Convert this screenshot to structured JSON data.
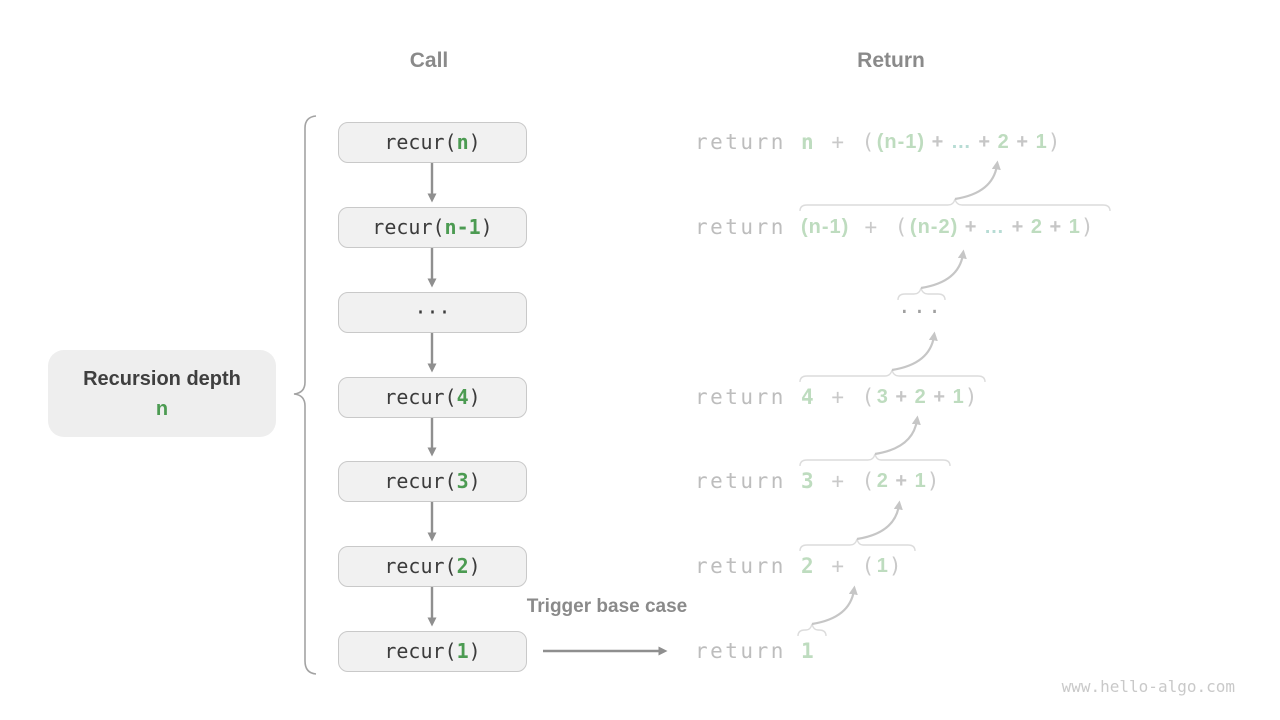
{
  "headers": {
    "call": "Call",
    "return": "Return"
  },
  "depth_label": {
    "title": "Recursion depth",
    "value": "n"
  },
  "trigger_label": "Trigger base case",
  "watermark": "www.hello-algo.com",
  "colors": {
    "background": "#ffffff",
    "header_text": "#8a8a8a",
    "box_fill": "#f1f1f1",
    "box_border": "#c9c9c9",
    "code_text": "#3c3c3c",
    "accent_green": "#4c9b52",
    "flow_arrow_gray": "#8f8f8f",
    "return_keyword_gray": "#bdbdbd",
    "return_green": "#bedcbf",
    "return_teal": "#b7dcd4",
    "return_paren_gray": "#c9c9c9",
    "overbrace_gray": "#dcdcdc",
    "return_arrow_gray": "#c6c6c6",
    "depth_brace_gray": "#a3a3a3",
    "watermark_gray": "#c9c9c9"
  },
  "call_boxes": [
    {
      "name": "call-box-recur-n",
      "tokens": [
        {
          "t": "recur(",
          "s": "code"
        },
        {
          "t": "n",
          "s": "code-green"
        },
        {
          "t": ")",
          "s": "code"
        }
      ]
    },
    {
      "name": "call-box-recur-n-1",
      "tokens": [
        {
          "t": "recur(",
          "s": "code"
        },
        {
          "t": "n-1",
          "s": "code-green"
        },
        {
          "t": ")",
          "s": "code"
        }
      ]
    },
    {
      "name": "call-box-ellipsis",
      "tokens": [
        {
          "t": "···",
          "s": "code"
        }
      ]
    },
    {
      "name": "call-box-recur-4",
      "tokens": [
        {
          "t": "recur(",
          "s": "code"
        },
        {
          "t": "4",
          "s": "code-green"
        },
        {
          "t": ")",
          "s": "code"
        }
      ]
    },
    {
      "name": "call-box-recur-3",
      "tokens": [
        {
          "t": "recur(",
          "s": "code"
        },
        {
          "t": "3",
          "s": "code-green"
        },
        {
          "t": ")",
          "s": "code"
        }
      ]
    },
    {
      "name": "call-box-recur-2",
      "tokens": [
        {
          "t": "recur(",
          "s": "code"
        },
        {
          "t": "2",
          "s": "code-green"
        },
        {
          "t": ")",
          "s": "code"
        }
      ]
    },
    {
      "name": "call-box-recur-1",
      "tokens": [
        {
          "t": "recur(",
          "s": "code"
        },
        {
          "t": "1",
          "s": "code-green"
        },
        {
          "t": ")",
          "s": "code"
        }
      ]
    }
  ],
  "return_rows": [
    {
      "name": "return-row-n",
      "tokens": [
        {
          "t": "return ",
          "s": "kw"
        },
        {
          "t": "n",
          "s": "mg"
        },
        {
          "t": " + (",
          "s": "dim"
        },
        {
          "t": "(n-1)",
          "s": "sg"
        },
        {
          "t": " + ",
          "s": "sgray"
        },
        {
          "t": "…",
          "s": "steal"
        },
        {
          "t": " + ",
          "s": "sgray"
        },
        {
          "t": "2",
          "s": "sg"
        },
        {
          "t": " + ",
          "s": "sgray"
        },
        {
          "t": "1",
          "s": "sg"
        },
        {
          "t": ")",
          "s": "dim"
        }
      ]
    },
    {
      "name": "return-row-n-1",
      "tokens": [
        {
          "t": "return ",
          "s": "kw"
        },
        {
          "t": "(n-1)",
          "s": "sg"
        },
        {
          "t": " + (",
          "s": "dim"
        },
        {
          "t": "(n-2)",
          "s": "sg"
        },
        {
          "t": " + ",
          "s": "sgray"
        },
        {
          "t": "…",
          "s": "steal"
        },
        {
          "t": " + ",
          "s": "sgray"
        },
        {
          "t": "2",
          "s": "sg"
        },
        {
          "t": " + ",
          "s": "sgray"
        },
        {
          "t": "1",
          "s": "sg"
        },
        {
          "t": ")",
          "s": "dim"
        }
      ]
    },
    {
      "name": "return-row-ellipsis",
      "tokens": [
        {
          "t": "···",
          "s": "dots"
        }
      ]
    },
    {
      "name": "return-row-4",
      "tokens": [
        {
          "t": "return ",
          "s": "kw"
        },
        {
          "t": "4",
          "s": "mg"
        },
        {
          "t": " + (",
          "s": "dim"
        },
        {
          "t": "3",
          "s": "sg"
        },
        {
          "t": " + ",
          "s": "sgray"
        },
        {
          "t": "2",
          "s": "sg"
        },
        {
          "t": " + ",
          "s": "sgray"
        },
        {
          "t": "1",
          "s": "sg"
        },
        {
          "t": ")",
          "s": "dim"
        }
      ]
    },
    {
      "name": "return-row-3",
      "tokens": [
        {
          "t": "return ",
          "s": "kw"
        },
        {
          "t": "3",
          "s": "mg"
        },
        {
          "t": " + (",
          "s": "dim"
        },
        {
          "t": "2",
          "s": "sg"
        },
        {
          "t": " + ",
          "s": "sgray"
        },
        {
          "t": "1",
          "s": "sg"
        },
        {
          "t": ")",
          "s": "dim"
        }
      ]
    },
    {
      "name": "return-row-2",
      "tokens": [
        {
          "t": "return ",
          "s": "kw"
        },
        {
          "t": "2",
          "s": "mg"
        },
        {
          "t": " + (",
          "s": "dim"
        },
        {
          "t": "1",
          "s": "sg"
        },
        {
          "t": ")",
          "s": "dim"
        }
      ]
    },
    {
      "name": "return-row-1",
      "tokens": [
        {
          "t": "return ",
          "s": "kw"
        },
        {
          "t": "1",
          "s": "mg"
        }
      ]
    }
  ]
}
